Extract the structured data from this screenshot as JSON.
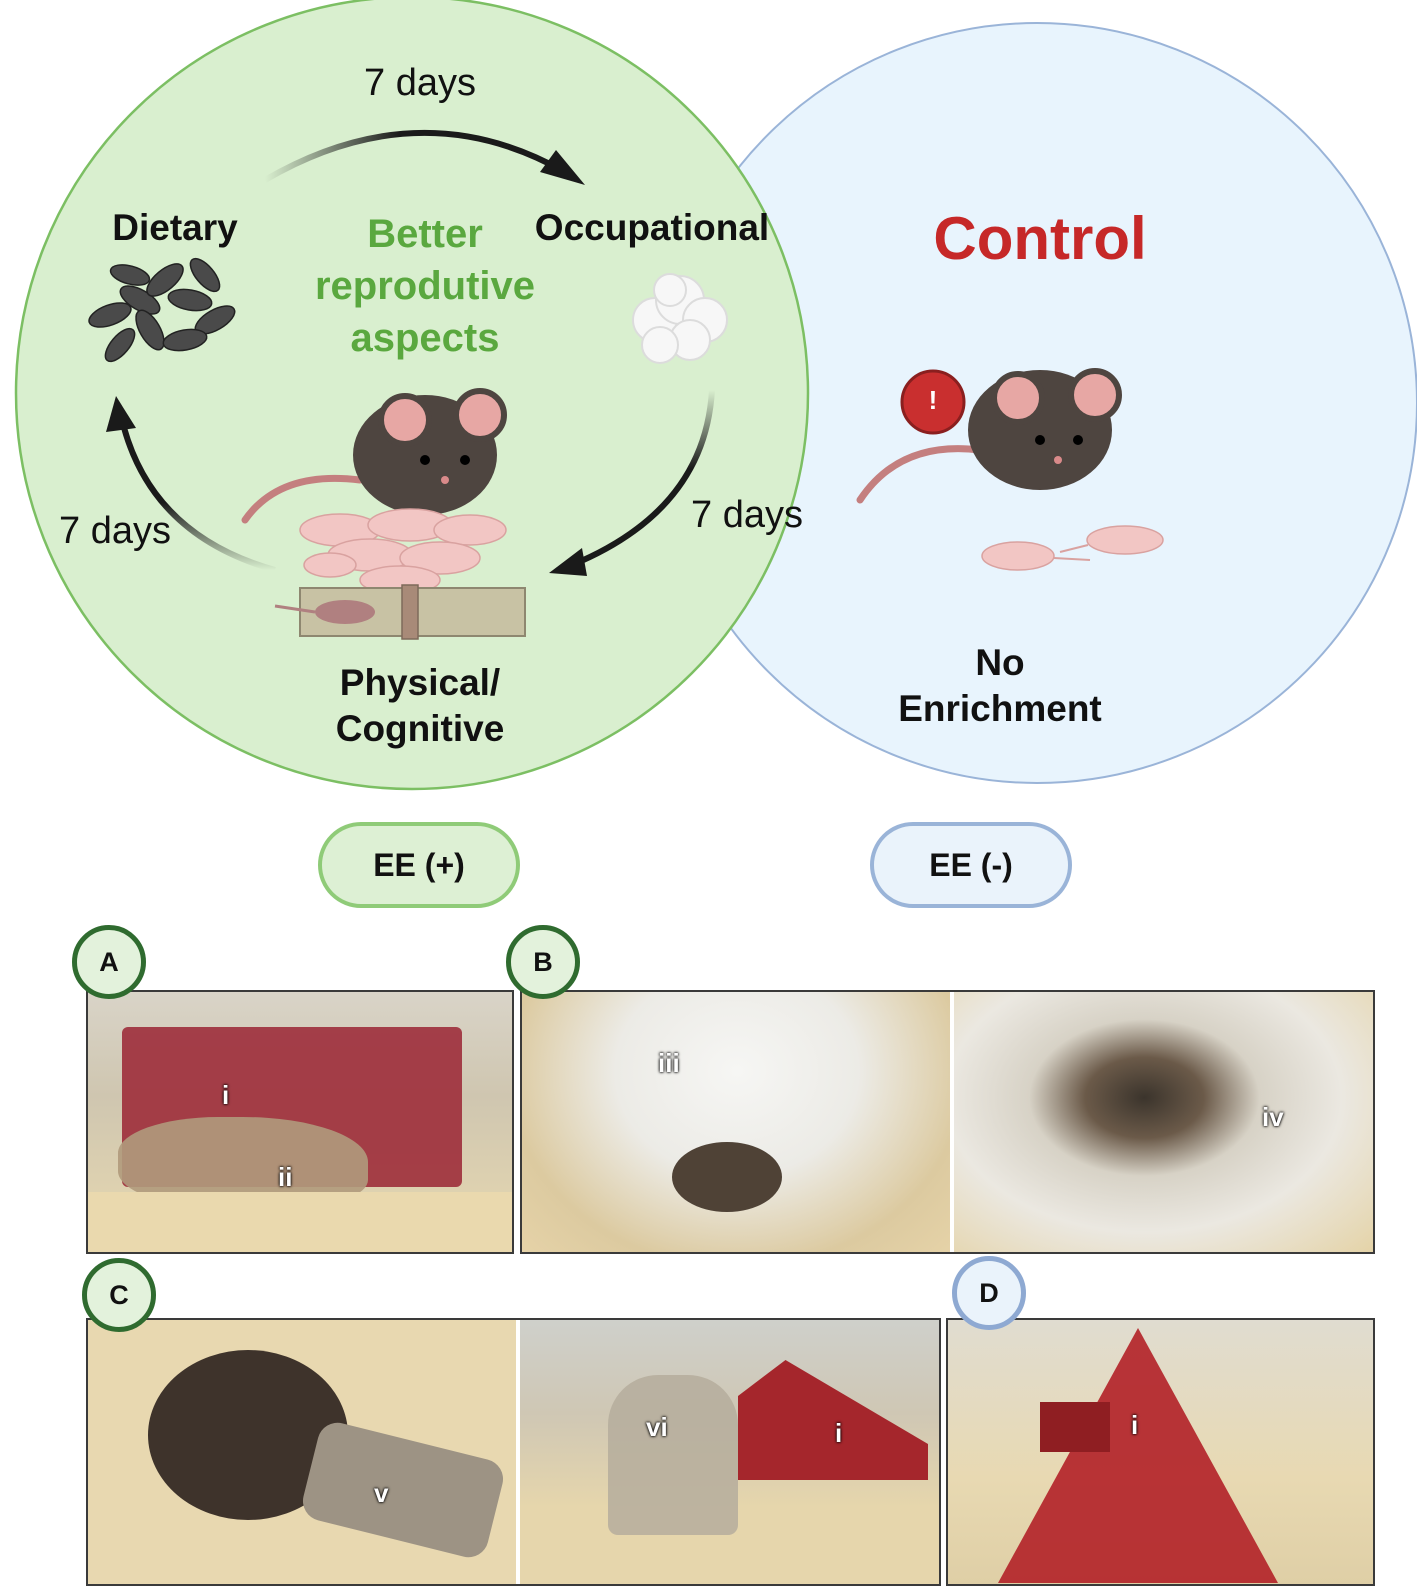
{
  "diagram": {
    "arrow_top_label": "7 days",
    "arrow_right_label": "7 days",
    "arrow_left_label": "7 days",
    "node_dietary": "Dietary",
    "node_occupational": "Occupational",
    "node_physical_line1": "Physical/",
    "node_physical_line2": "Cognitive",
    "center_line1": "Better",
    "center_line2": "reprodutive",
    "center_line3": "aspects",
    "control_title": "Control",
    "control_line1": "No",
    "control_line2": "Enrichment",
    "pill_positive": "EE (+)",
    "pill_negative": "EE (-)",
    "alert_symbol": "!"
  },
  "panels": {
    "A": {
      "badge": "A",
      "labels": [
        "i",
        "ii"
      ]
    },
    "B": {
      "badge": "B",
      "labels": [
        "iii",
        "iv"
      ]
    },
    "C": {
      "badge": "C",
      "labels": [
        "v",
        "vi",
        "i"
      ]
    },
    "D": {
      "badge": "D",
      "labels": [
        "i"
      ]
    }
  },
  "colors": {
    "enriched_fill": "#d9efcf",
    "enriched_stroke": "#7cbf63",
    "control_fill": "#e8f4fd",
    "control_stroke": "#9ab4d8",
    "center_text": "#5aa83f",
    "control_text": "#c62828"
  }
}
